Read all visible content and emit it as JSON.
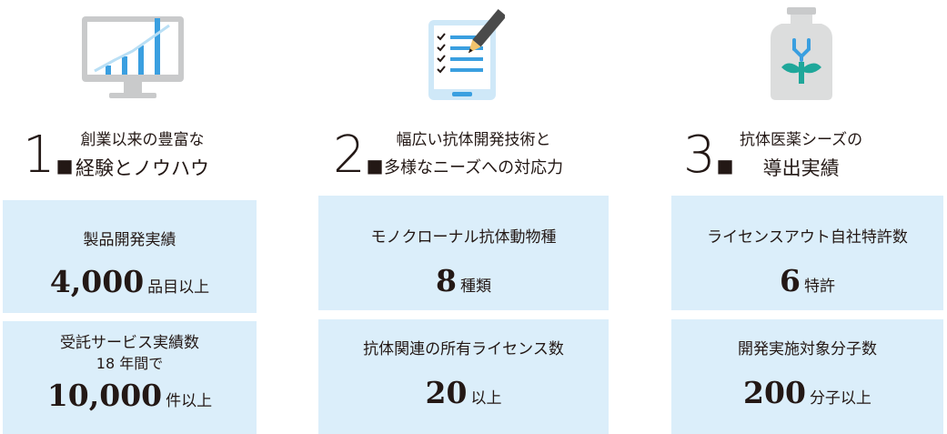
{
  "colors": {
    "box_background": "#dbeefa",
    "text": "#231815",
    "accent_blue": "#3a9fe0",
    "accent_teal": "#1fa79a",
    "icon_gray": "#c9cacb"
  },
  "sections": [
    {
      "number": "1",
      "icon": "computer-monitor-bar-chart-icon",
      "heading_line1": "創業以来の豊富な",
      "heading_line2": "経験とノウハウ",
      "boxes": [
        {
          "label": "製品開発実績",
          "value": "4,000",
          "unit": "品目以上"
        },
        {
          "label": "受託サービス実績数",
          "sublabel": "18 年間で",
          "value": "10,000",
          "unit": "件以上"
        }
      ]
    },
    {
      "number": "2",
      "icon": "checklist-pencil-icon",
      "heading_line1": "幅広い抗体開発技術と",
      "heading_line2": "多様なニーズへの対応力",
      "boxes": [
        {
          "label": "モノクローナル抗体動物種",
          "value": "8",
          "unit": "種類"
        },
        {
          "label": "抗体関連の所有ライセンス数",
          "value": "20",
          "unit": "以上"
        }
      ]
    },
    {
      "number": "3",
      "icon": "antibody-bottle-icon",
      "heading_line1": "抗体医薬シーズの",
      "heading_line2": "導出実績",
      "boxes": [
        {
          "label": "ライセンスアウト自社特許数",
          "value": "6",
          "unit": "特許"
        },
        {
          "label": "開発実施対象分子数",
          "value": "200",
          "unit": "分子以上"
        }
      ]
    }
  ]
}
